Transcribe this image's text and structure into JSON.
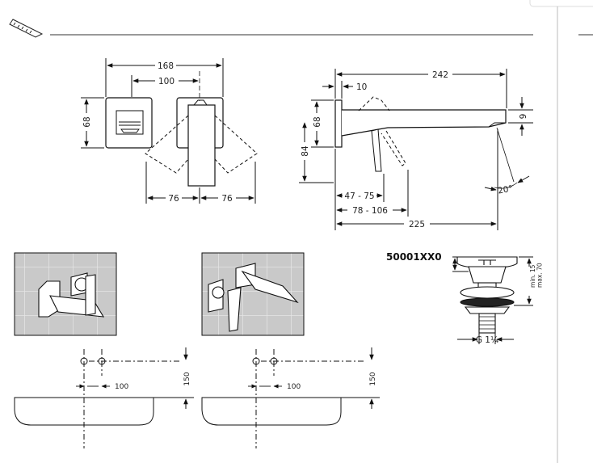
{
  "dimensions": {
    "plate_pitch_outer": "168",
    "plate_pitch_inner": "100",
    "plate_height": "68",
    "swing_left": "76",
    "swing_right": "76",
    "spout_length": "242",
    "plate_depth": "10",
    "side_plate_height": "68",
    "spout_height": "9",
    "side_height": "84",
    "installation_range_a": "47 - 75",
    "installation_range_b": "78 - 106",
    "spout_projection": "225",
    "spout_angle": "20°"
  },
  "waste_set": {
    "code": "50001XX0",
    "height_note": "min. 15\nmax. 70",
    "thread": "G 1¼"
  },
  "basin_diagrams": {
    "left": {
      "spacing": "100",
      "depth": "150"
    },
    "right": {
      "spacing": "100",
      "depth": "150"
    }
  }
}
